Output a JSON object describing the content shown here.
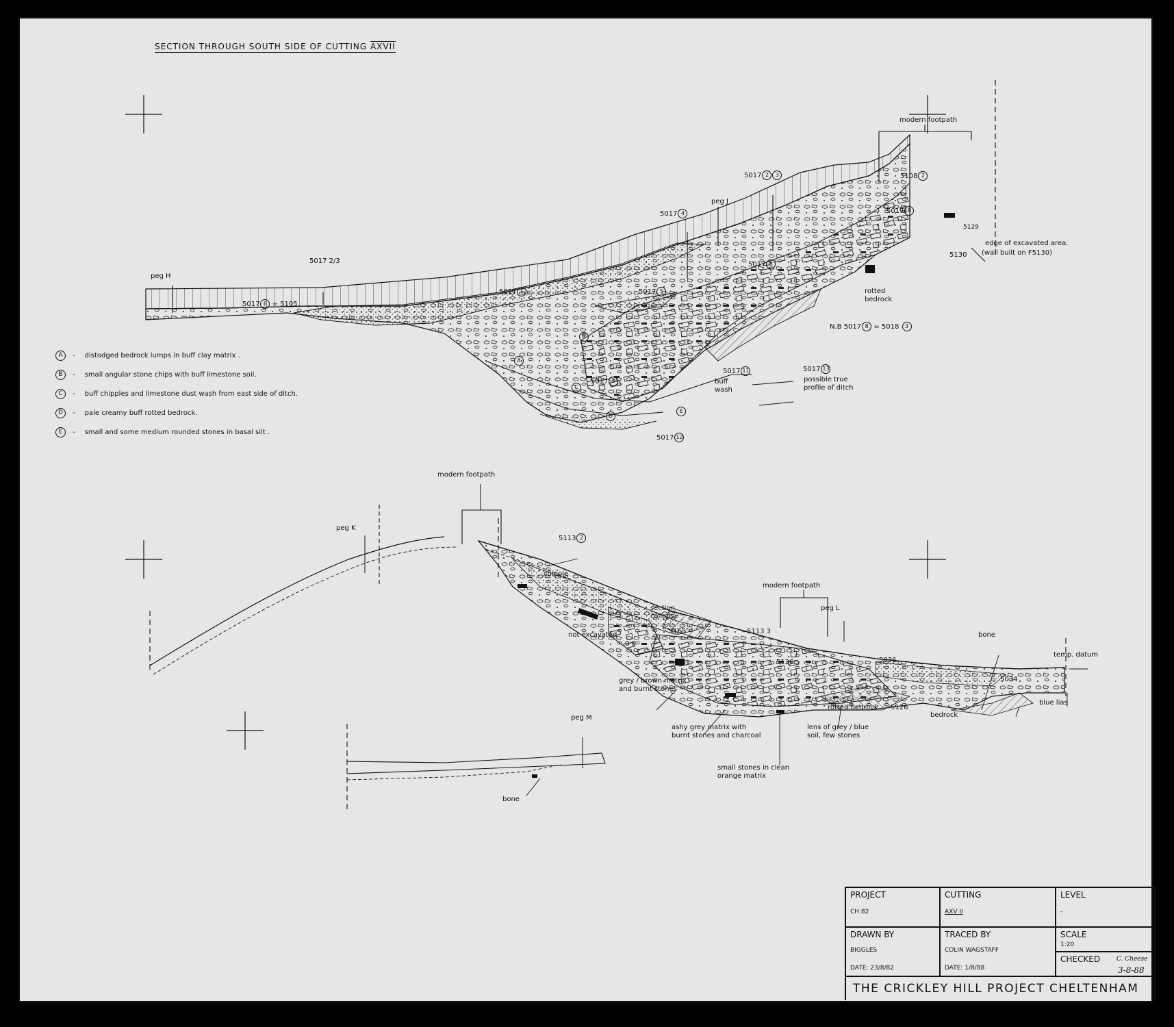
{
  "title": {
    "prefix": "SECTION THROUGH SOUTH SIDE OF CUTTING",
    "cutting": "AXVII"
  },
  "labels": {
    "upper": {
      "modern_footpath": "modern footpath",
      "peg_h": "peg H",
      "peg_j": "peg J",
      "f5017_23_top": "5017",
      "f5017_23_top_n1": "2",
      "f5017_23_top_n2": "3",
      "f5017_4": "5017",
      "f5017_4_n": "4",
      "f5017_23_left": "5017 2/3",
      "f5017_6": "5017",
      "f5017_6_n": "6",
      "f5017_6_suffix": "= 5105",
      "f5017_1": "5017",
      "f5017_1_n": "1",
      "f5017_5": "5017",
      "f5017_5_n": "5",
      "f5017_8": "5017",
      "f5017_8_n": "8",
      "f5017_8b": "5017",
      "f5017_8b_n": "8",
      "f5108_2": "5108",
      "f5108_2_n": "2",
      "f5129": "5129",
      "f5130": "5130",
      "edge": "edge of excavated area.",
      "wall": "(wall built on F5130)",
      "rotted_bedrock": "rotted\nbedrock",
      "nb_prefix": "N.B 5017",
      "nb_n1": "8",
      "nb_mid": "= 5018",
      "nb_n2": "3",
      "f5017_11": "5017",
      "f5017_11_n": "11",
      "f5017_13": "5017",
      "f5017_13_n": "13",
      "possible_profile": "possible true\nprofile of ditch",
      "buff_wash": "buff\nwash",
      "f5017_9": "5017",
      "f5017_9_n": "9",
      "f5017_12": "5017",
      "f5017_12_n": "12",
      "keyA": "A",
      "keyB": "B",
      "keyC": "C",
      "keyD": "D",
      "keyE": "E"
    },
    "lower": {
      "modern_footpath_1": "modern footpath",
      "modern_footpath_2": "modern footpath",
      "peg_k": "peg K",
      "peg_l": "peg L",
      "peg_m": "peg M",
      "f5113_2": "5113",
      "f5113_2_n": "2",
      "chipple": "chipple",
      "section_collapse": "section\ncollapse",
      "not_excavated": "not excavated",
      "zero": "0·0",
      "f5165": "5165",
      "f5113_3": "5113 3",
      "f5136": "5136",
      "f5036": "5036",
      "f5034": "5034",
      "bone_1": "bone",
      "bone_2": "bone",
      "temp_datum": "temp. datum",
      "grey_brown": "grey / brown matrix\nand burnt stones",
      "ashy_grey": "ashy grey matrix with\nburnt stones and charcoal",
      "small_stones": "small stones in clean\norange matrix",
      "rotted_bedrock": "rotted bedrock",
      "f5126": "5126",
      "bedrock": "bedrock",
      "lens": "lens of grey / blue\nsoil, few stones",
      "blue_lias": "blue lias"
    }
  },
  "legend": [
    {
      "key": "A",
      "text": "distodged bedrock lumps in buff clay matrix ."
    },
    {
      "key": "B",
      "text": "small angular stone chips with buff limestone soil."
    },
    {
      "key": "C",
      "text": "buff chipples and limestone dust wash from east side of ditch."
    },
    {
      "key": "D",
      "text": "pale creamy buff rotted bedrock."
    },
    {
      "key": "E",
      "text": "small and some medium rounded stones in basal silt ."
    }
  ],
  "title_block": {
    "project_label": "PROJECT",
    "project_value": "CH 82",
    "cutting_label": "CUTTING",
    "cutting_value": "AXV II",
    "level_label": "LEVEL",
    "level_value": "-",
    "drawn_label": "DRAWN BY",
    "drawn_value": "BIGGLES",
    "drawn_date": "DATE: 23/8/82",
    "traced_label": "TRACED BY",
    "traced_value": "COLIN WAGSTAFF",
    "traced_date": "DATE: 1/8/88",
    "scale_label": "SCALE",
    "scale_value": "1:20",
    "checked_label": "CHECKED",
    "checked_sig": "C. Cheese",
    "checked_date": "3-8-88",
    "footer": "THE CRICKLEY HILL PROJECT CHELTENHAM"
  },
  "colors": {
    "paper": "#e6e6e6",
    "ink": "#111111",
    "frame": "#000000"
  }
}
